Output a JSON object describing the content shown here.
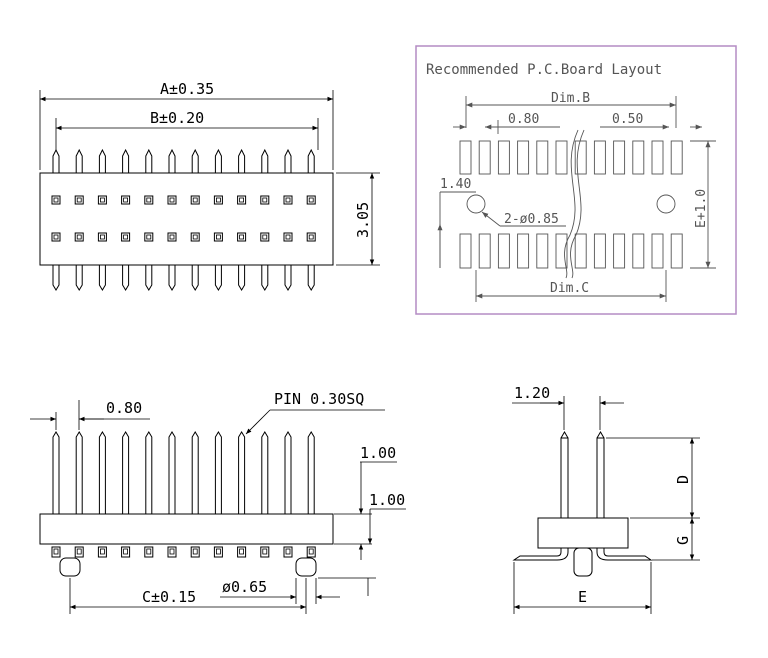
{
  "top_view": {
    "dim_a": "A±0.35",
    "dim_b": "B±0.20",
    "dim_height": "3.05"
  },
  "pcb_layout": {
    "title": "Recommended P.C.Board Layout",
    "dim_b": "Dim.B",
    "pitch": "0.80",
    "pad_width": "0.50",
    "offset": "1.40",
    "holes": "2-ø0.85",
    "dim_e": "E+1.0",
    "dim_c": "Dim.C"
  },
  "front_view": {
    "pitch": "0.80",
    "pin": "PIN 0.30SQ",
    "dim_1": "1.00",
    "dim_2": "1.00",
    "dim_c": "C±0.15",
    "peg": "ø0.65"
  },
  "side_view": {
    "row_spacing": "1.20",
    "dim_d": "D",
    "dim_g": "G",
    "dim_e": "E"
  },
  "colors": {
    "line": "#000000",
    "layout_frame": "#b48cc4",
    "layout_text": "#555555"
  }
}
